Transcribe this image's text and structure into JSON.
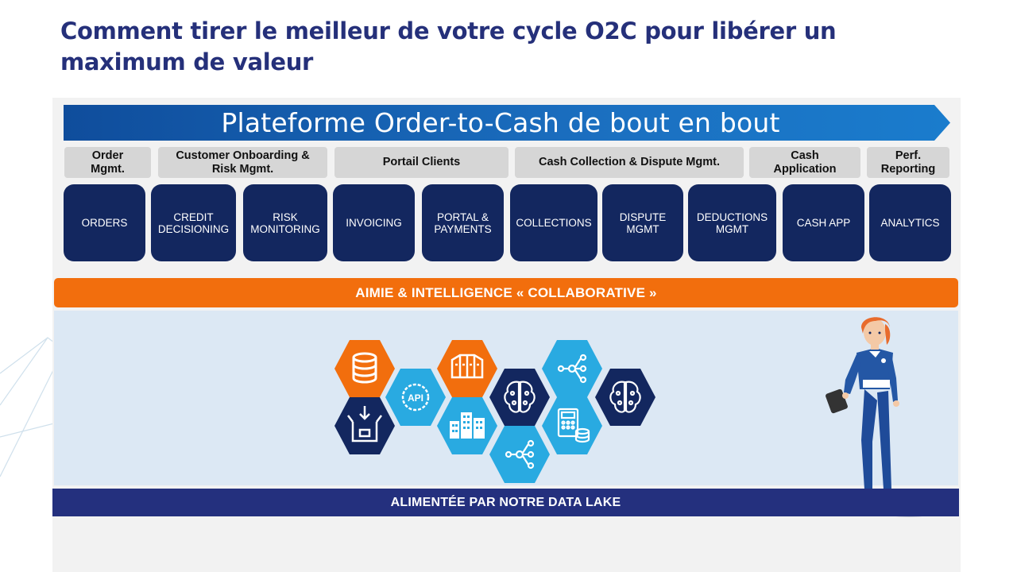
{
  "slide": {
    "title": "Comment tirer le meilleur de votre cycle O2C pour libérer un maximum de valeur"
  },
  "banner": {
    "label": "Plateforme Order-to-Cash de bout en bout"
  },
  "categories": [
    {
      "label": "Order\nMgmt."
    },
    {
      "label": "Customer Onboarding &\nRisk Mgmt."
    },
    {
      "label": "Portail Clients"
    },
    {
      "label": "Cash Collection & Dispute Mgmt."
    },
    {
      "label": "Cash\nApplication"
    },
    {
      "label": "Perf.\nReporting"
    }
  ],
  "modules": [
    {
      "label": "ORDERS"
    },
    {
      "label": "CREDIT\nDECISIONING"
    },
    {
      "label": "RISK\nMONITORING"
    },
    {
      "label": "INVOICING"
    },
    {
      "label": "PORTAL &\nPAYMENTS"
    },
    {
      "label": "COLLECTIONS"
    },
    {
      "label": "DISPUTE\nMGMT"
    },
    {
      "label": "DEDUCTIONS\nMGMT"
    },
    {
      "label": "CASH APP"
    },
    {
      "label": "ANALYTICS"
    }
  ],
  "ai_bar": {
    "label": "AIMIE & INTELLIGENCE «  COLLABORATIVE »"
  },
  "hexagons": {
    "api_label": "API",
    "icons": [
      "database-icon",
      "api-icon",
      "server-icon",
      "network-icon",
      "ai-brain-icon",
      "product-box-icon",
      "buildings-icon",
      "ai-brain-icon",
      "calculator-icon",
      "network-icon",
      "ai-brain-icon"
    ]
  },
  "lake_bar": {
    "label": "ALIMENTÉE PAR NOTRE DATA LAKE"
  },
  "colors": {
    "title": "#25307a",
    "tile": "#13275f",
    "orange": "#f26e0d",
    "navy": "#24307e",
    "light_blue": "#29aae1",
    "hex_orange": "#f26e0d"
  }
}
